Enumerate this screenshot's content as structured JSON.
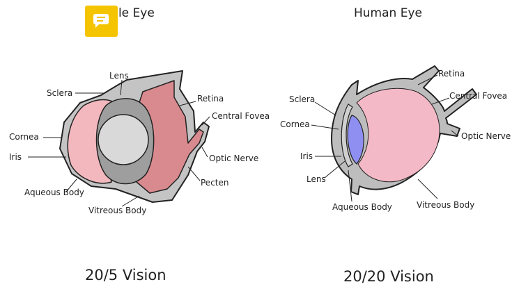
{
  "eagle": {
    "title": "Eagle Eye",
    "vision": "20/5 Vision",
    "labels": {
      "lens": "Lens",
      "sclera": "Sclera",
      "retina": "Retina",
      "central_fovea": "Central Fovea",
      "cornea": "Cornea",
      "iris": "Iris",
      "optic_nerve": "Optic Nerve",
      "aqueous_body": "Aqueous Body",
      "pecten": "Pecten",
      "vitreous_body": "Vitreous Body"
    }
  },
  "human": {
    "title": "Human Eye",
    "vision": "20/20 Vision",
    "labels": {
      "retina": "Retina",
      "sclera": "Sclera",
      "central_fovea": "Central Fovea",
      "cornea": "Cornea",
      "optic_nerve": "Optic Nerve",
      "iris": "Iris",
      "lens": "Lens",
      "aqueous_body": "Aqueous Body",
      "vitreous_body": "Vitreous Body"
    }
  },
  "colors": {
    "sclera_gray": "#bdbdbd",
    "eagle_retina": "#d98a8f",
    "eagle_cornea": "#f2b8bd",
    "human_body": "#f4b9c6",
    "human_lens": "#8f8ff2",
    "badge": "#f5c400"
  },
  "badge_icon": "chat-bubble-icon"
}
